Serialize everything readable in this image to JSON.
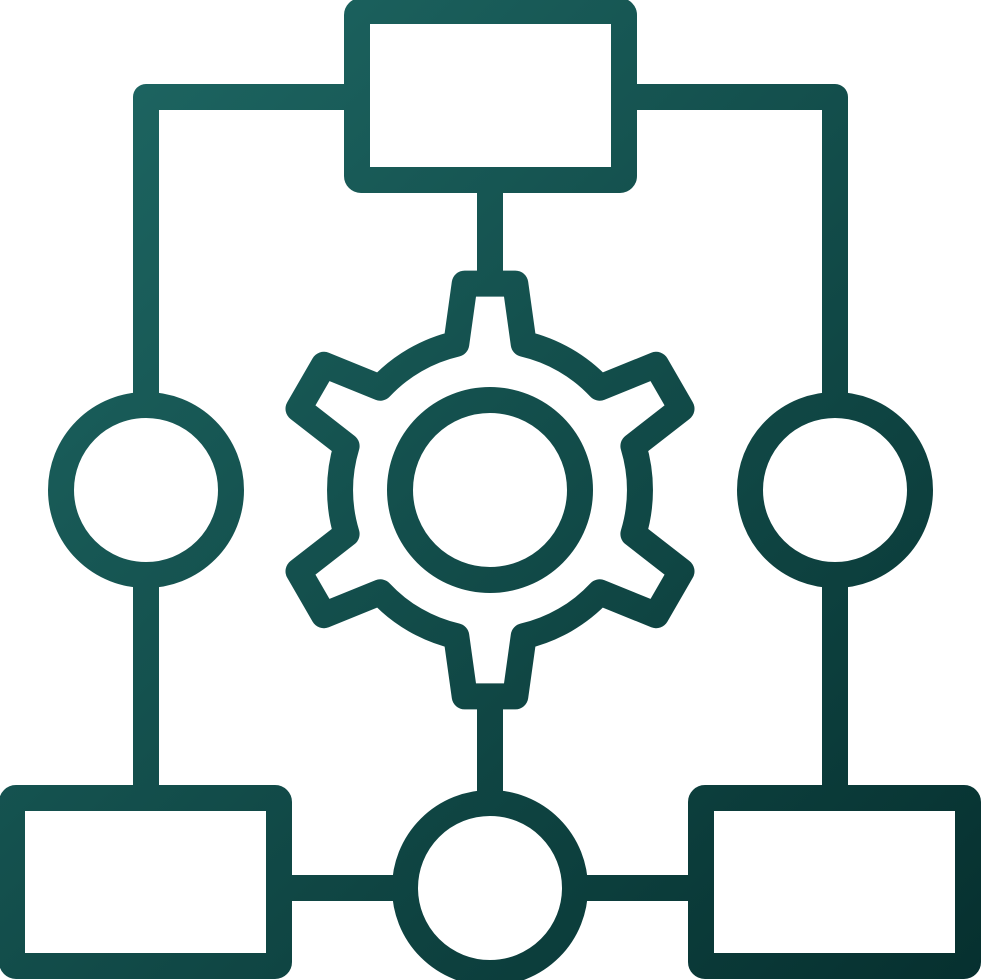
{
  "icon": {
    "name": "workflow-gear-network-icon",
    "stroke_color_start": "#1f6a66",
    "stroke_color_end": "#06302f",
    "background": "#ffffff"
  },
  "nodes": [
    {
      "id": "top-box",
      "shape": "rectangle"
    },
    {
      "id": "left-circle",
      "shape": "circle"
    },
    {
      "id": "right-circle",
      "shape": "circle"
    },
    {
      "id": "center-gear",
      "shape": "gear"
    },
    {
      "id": "bottom-left-box",
      "shape": "rectangle"
    },
    {
      "id": "bottom-circle",
      "shape": "circle"
    },
    {
      "id": "bottom-right-box",
      "shape": "rectangle"
    }
  ]
}
